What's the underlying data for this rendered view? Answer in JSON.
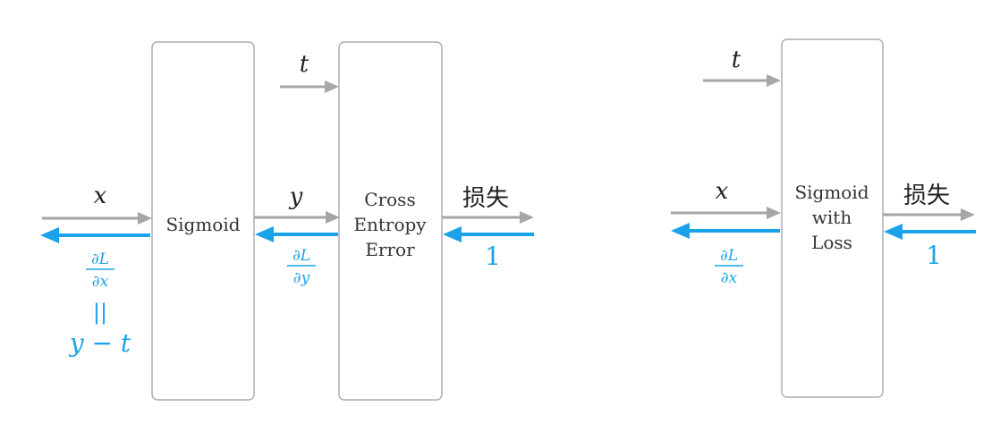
{
  "left_diagram": {
    "sigmoid_label": "Sigmoid",
    "cross_entropy_label": [
      "Cross",
      "Entropy",
      "Error"
    ],
    "x_label": "x",
    "y_label": "y",
    "t_label": "t",
    "loss_label": "损失",
    "one_label": "1",
    "dx_numer": "∂L",
    "dx_denom": "∂x",
    "dy_numer": "∂L",
    "dy_denom": "∂y",
    "equals_sign": "||",
    "y_minus_t": "y − t"
  },
  "right_diagram": {
    "box_label": [
      "Sigmoid",
      "with",
      "Loss"
    ],
    "t_label": "t",
    "x_label": "x",
    "loss_label": "损失",
    "one_label": "1",
    "dx_numer": "∂L",
    "dx_denom": "∂x"
  },
  "colors": {
    "forward_arrow": "#a6a6a6",
    "backward_arrow": "#1aa3e8",
    "box_border": "#9a9a9a"
  }
}
